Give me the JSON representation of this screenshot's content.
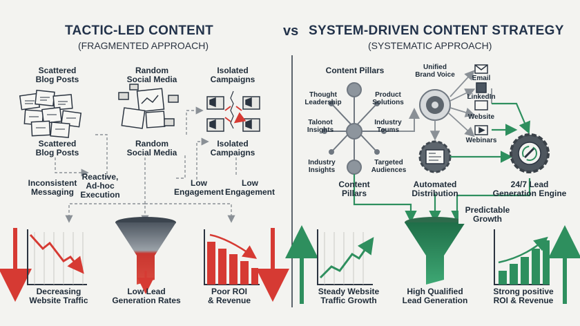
{
  "left": {
    "title": "TACTIC-LED CONTENT",
    "subtitle": "(FRAGMENTED APPROACH)",
    "scattered_top": "Scattered\nBlog Posts",
    "random_top": "Random\nSocial Media",
    "isolated_top": "Isolated\nCampaigns",
    "scattered_bottom": "Scattered\nBlog Posts",
    "random_bottom": "Random\nSocial Media",
    "isolated_bottom": "Isolated\nCampaigns",
    "inconsistent": "Inconsistent\nMessaging",
    "reactive": "Reactive,\nAd-hoc\nExecution",
    "low_eng_1": "Low\nEngagement",
    "low_eng_2": "Low\nEngagement",
    "decreasing": "Decreasing\nWebsite Traffic",
    "low_lead": "Low Lead\nGeneration Rates",
    "poor_roi": "Poor ROI\n& Revenue"
  },
  "vs": "vs",
  "right": {
    "title": "SYSTEM-DRIVEN CONTENT STRATEGY",
    "subtitle": "(SYSTEMATIC APPROACH)",
    "content_pillars_top": "Content Pillars",
    "thought": "Thought\nLeadership",
    "product": "Product\nSolutions",
    "talonot": "Talonot\nInsights",
    "industry_toums": "Industry\nToums",
    "industry_insights": "Industry\nInsights",
    "targeted": "Targeted\nAudiences",
    "content_pillars": "Content\nPillars",
    "unified": "Unified\nBrand Voice",
    "email": "Email",
    "linkedin": "LinkedIn",
    "website": "Website",
    "webinars": "Webinars",
    "automated": "Automated\nDistribution",
    "engine": "24/7 Lead\nGeneration Engine",
    "predictable": "Predictable\nGrowth",
    "steady": "Steady Website\nTraffic Growth",
    "high_qualified": "High Qualified\nLead Generation",
    "strong_roi": "Strong positive\nROI & Revenue"
  },
  "colors": {
    "red": "#d63a33",
    "green": "#2e8f5e",
    "navy": "#22324a",
    "gray": "#8a9096"
  }
}
